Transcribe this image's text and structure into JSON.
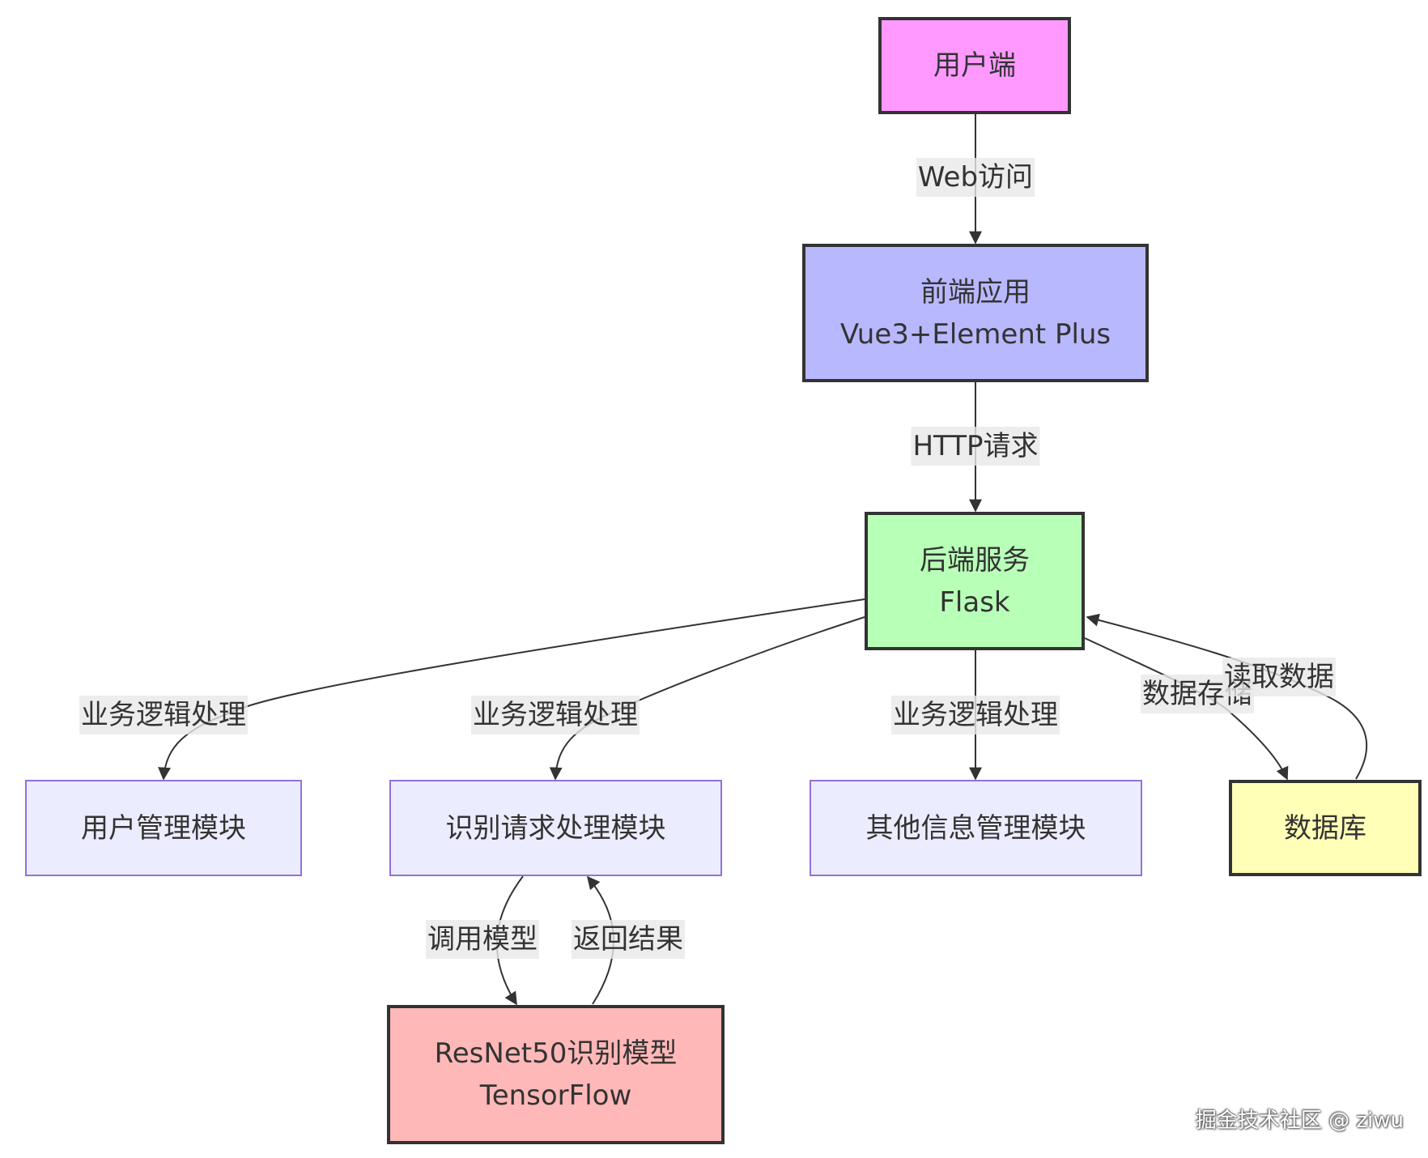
{
  "diagram": {
    "nodes": {
      "user": {
        "lines": [
          "用户端"
        ],
        "fill": "#FF99FF"
      },
      "frontend": {
        "lines": [
          "前端应用",
          "Vue3+Element Plus"
        ],
        "fill": "#B8B8FF"
      },
      "backend": {
        "lines": [
          "后端服务",
          "Flask"
        ],
        "fill": "#B8FFB8"
      },
      "user_module": {
        "lines": [
          "用户管理模块"
        ],
        "fill": "#ECECFF"
      },
      "recog_module": {
        "lines": [
          "识别请求处理模块"
        ],
        "fill": "#ECECFF"
      },
      "other_module": {
        "lines": [
          "其他信息管理模块"
        ],
        "fill": "#ECECFF"
      },
      "database": {
        "lines": [
          "数据库"
        ],
        "fill": "#FFFFB8"
      },
      "model": {
        "lines": [
          "ResNet50识别模型",
          "TensorFlow"
        ],
        "fill": "#FFB8B8"
      }
    },
    "edges": {
      "web_access": "Web访问",
      "http_request": "HTTP请求",
      "biz_logic_1": "业务逻辑处理",
      "biz_logic_2": "业务逻辑处理",
      "biz_logic_3": "业务逻辑处理",
      "data_store": "数据存储",
      "read_data": "读取数据",
      "call_model": "调用模型",
      "return_result": "返回结果"
    }
  },
  "watermark": "掘金技术社区 @ ziwu"
}
